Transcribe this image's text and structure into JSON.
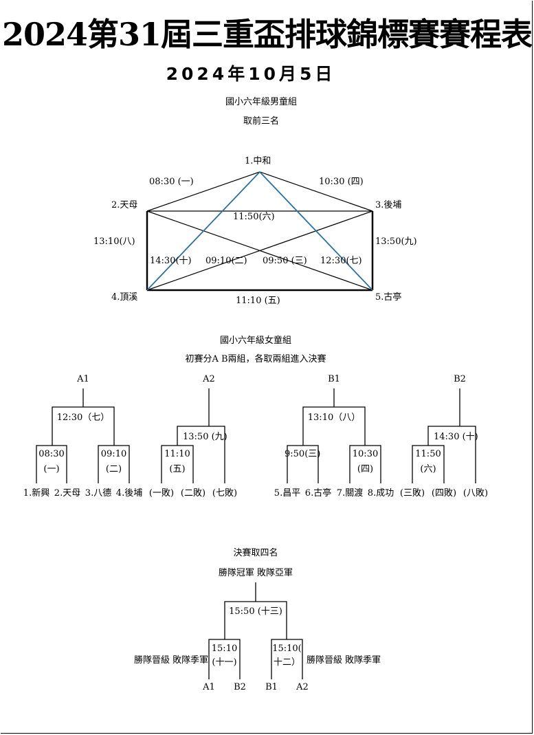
{
  "header": {
    "title": "2024第31屆三重盃排球錦標賽賽程表",
    "date": "2024年10月5日"
  },
  "boys": {
    "title": "國小六年級男童組",
    "rule": "取前三名",
    "teams": [
      "1.中和",
      "2.天母",
      "3.後埔",
      "4.頂溪",
      "5.古亭"
    ],
    "matches": {
      "m1": "08:30 (一)",
      "m4": "10:30 (四)",
      "m6": "11:50(六)",
      "m8": "13:10(八)",
      "m9": "13:50(九)",
      "m10": "14:30(十)",
      "m2": "09:10(二)",
      "m3": "09:50 (三)",
      "m7": "12:30(七)",
      "m5": "11:10 (五)"
    }
  },
  "girls": {
    "title": "國小六年級女童組",
    "rule": "初賽分A B兩組，各取兩組進入決賽",
    "groups": [
      "A1",
      "A2",
      "B1",
      "B2"
    ],
    "matches": {
      "a1_top": "12:30（七）",
      "a1_l_time": "08:30",
      "a1_l_no": "(一)",
      "a1_r_time": "09:10",
      "a1_r_no": "(二)",
      "a2_top": "13:50 (九)",
      "a2_l_time": "11:10",
      "a2_l_no": "(五)",
      "b1_top": "13:10（八）",
      "b1_l_time": "9:50(三)",
      "b1_r_time": "10:30",
      "b1_r_no": "(四)",
      "b2_top": "14:30 (十)",
      "b2_l_time": "11:50",
      "b2_l_no": "(六)"
    },
    "bottom": [
      "1.新興",
      "2.天母",
      "3.八德",
      "4.後埔",
      "(一敗)",
      "(二敗)",
      "(七敗)",
      "5.昌平",
      "6.古亭",
      "7.關渡",
      "8.成功",
      "(三敗)",
      "(四敗)",
      "(八敗)"
    ]
  },
  "finals": {
    "title": "決賽取四名",
    "rule": "勝隊冠軍 敗隊亞軍",
    "top": "15:50 (十三)",
    "left_time": "15:10",
    "left_no": "(十一)",
    "right_time": "15:10(",
    "right_no": "十二）",
    "left_note": "勝隊晉級 敗隊季軍",
    "right_note": "勝隊晉級 敗隊季軍",
    "slots": [
      "A1",
      "B2",
      "B1",
      "A2"
    ]
  },
  "colors": {
    "blue_line": "#2e6f9e",
    "line": "#000000"
  }
}
